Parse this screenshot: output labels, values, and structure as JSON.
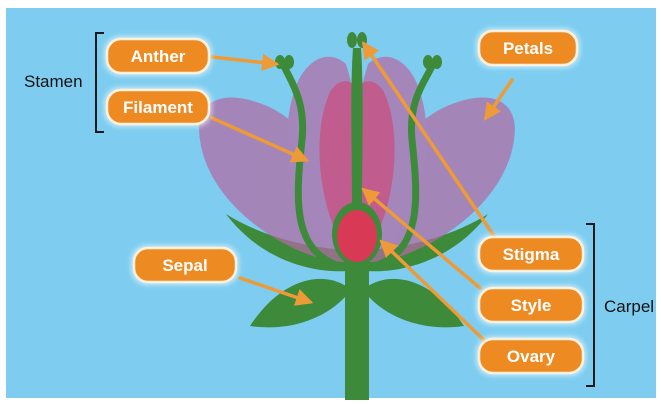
{
  "diagram": {
    "colors": {
      "sky": "#7ecdf0",
      "petal": "#b26aa3",
      "petal_center": "#d83a6b",
      "stem": "#3d8a3b",
      "label_fill": "#ee8a22",
      "label_border": "#fff1dc",
      "arrow": "#ee9a37",
      "bracket": "#1a1a1a"
    },
    "labels": {
      "anther": "Anther",
      "filament": "Filament",
      "petals": "Petals",
      "sepal": "Sepal",
      "stigma": "Stigma",
      "style": "Style",
      "ovary": "Ovary"
    },
    "groups": {
      "stamen": "Stamen",
      "carpel": "Carpel"
    }
  }
}
